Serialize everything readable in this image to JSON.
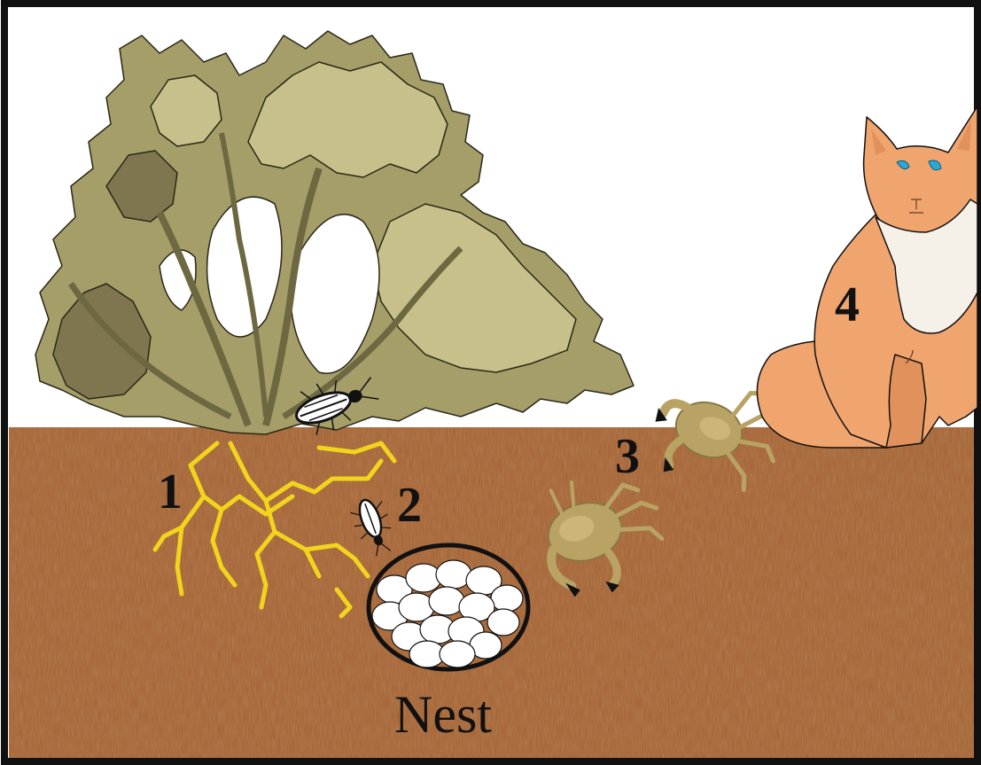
{
  "labels": {
    "one": "1",
    "two": "2",
    "three": "3",
    "four": "4",
    "nest": "Nest"
  },
  "elements": {
    "shrub": "shrub-with-roots",
    "beetle_adult": "beetle",
    "beetle_larva": "beetle-in-soil",
    "eggs": "turtle-egg-clutch",
    "crab_a": "crab",
    "crab_b": "crab",
    "predator": "fox"
  },
  "colors": {
    "sky": "#ffffff",
    "soil": "#a8673a",
    "soil_dark": "#7a4423",
    "foliage_light": "#c7c08a",
    "foliage_mid": "#a59e69",
    "foliage_dark": "#7f7650",
    "roots": "#f2d41d",
    "fox_body": "#f0a46e",
    "fox_chest": "#f5f0e8",
    "fox_eye": "#2aa9d8",
    "crab": "#b8a264",
    "crab_claw": "#111111",
    "egg": "#ffffff",
    "outline": "#111111"
  }
}
